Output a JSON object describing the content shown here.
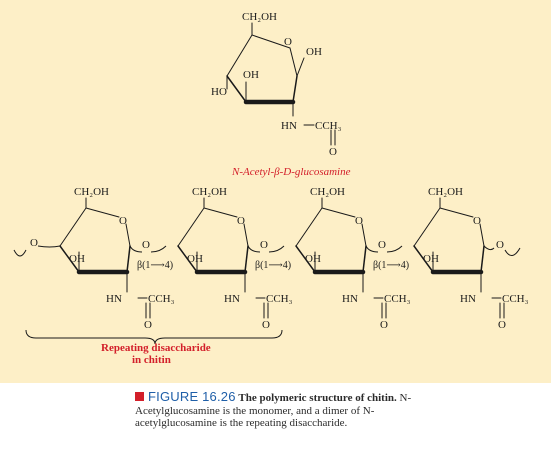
{
  "colors": {
    "panel_background": "#fdefc7",
    "label_red": "#d31f2a",
    "figure_number_blue": "#1f5fa8",
    "tag_red": "#d31f2a",
    "bond_color": "#1a1a1a"
  },
  "monomer": {
    "ch2oh": "CH₂OH",
    "ring_o": "O",
    "oh_c1": "OH",
    "oh_c3": "OH",
    "ho_c4": "HO",
    "hn": "HN",
    "cch3": "CCH₃",
    "carbonyl_o": "O",
    "name": "N-Acetyl-β-D-glucosamine"
  },
  "chain": {
    "ch2oh": "CH₂OH",
    "ring_o": "O",
    "oh": "OH",
    "hn": "HN",
    "cch3": "CCH₃",
    "carbonyl_o": "O",
    "bridge_o": "O",
    "linkage": "β(1⟶4)",
    "repeat_label_line1": "Repeating disaccharide",
    "repeat_label_line2": "in chitin"
  },
  "caption": {
    "figure_number": "FIGURE 16.26",
    "title": "The polymeric structure of chitin.",
    "body": "N-Acetylglucosamine is the monomer, and a dimer of N-acetylglucosamine is the repeating disaccharide."
  }
}
